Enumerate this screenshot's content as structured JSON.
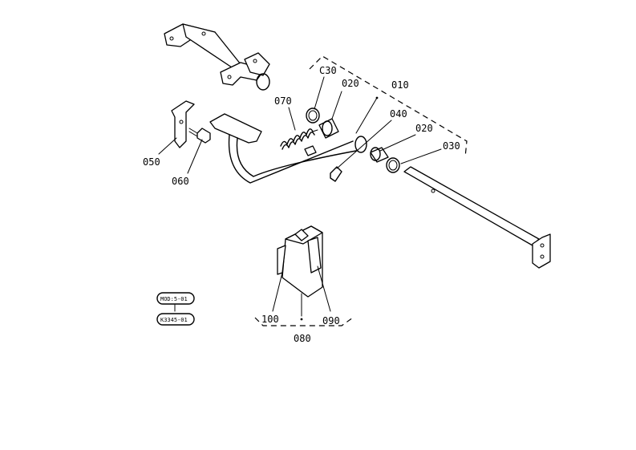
{
  "labels": {
    "p010": "010",
    "p020a": "020",
    "p020b": "020",
    "p030a": "C30",
    "p030b": "030",
    "p040": "040",
    "p050": "050",
    "p060": "060",
    "p070": "070",
    "p080": "080",
    "p090": "090",
    "p100": "100"
  },
  "tags": {
    "model": "MOD:5-01",
    "ref": "K3345-01"
  }
}
